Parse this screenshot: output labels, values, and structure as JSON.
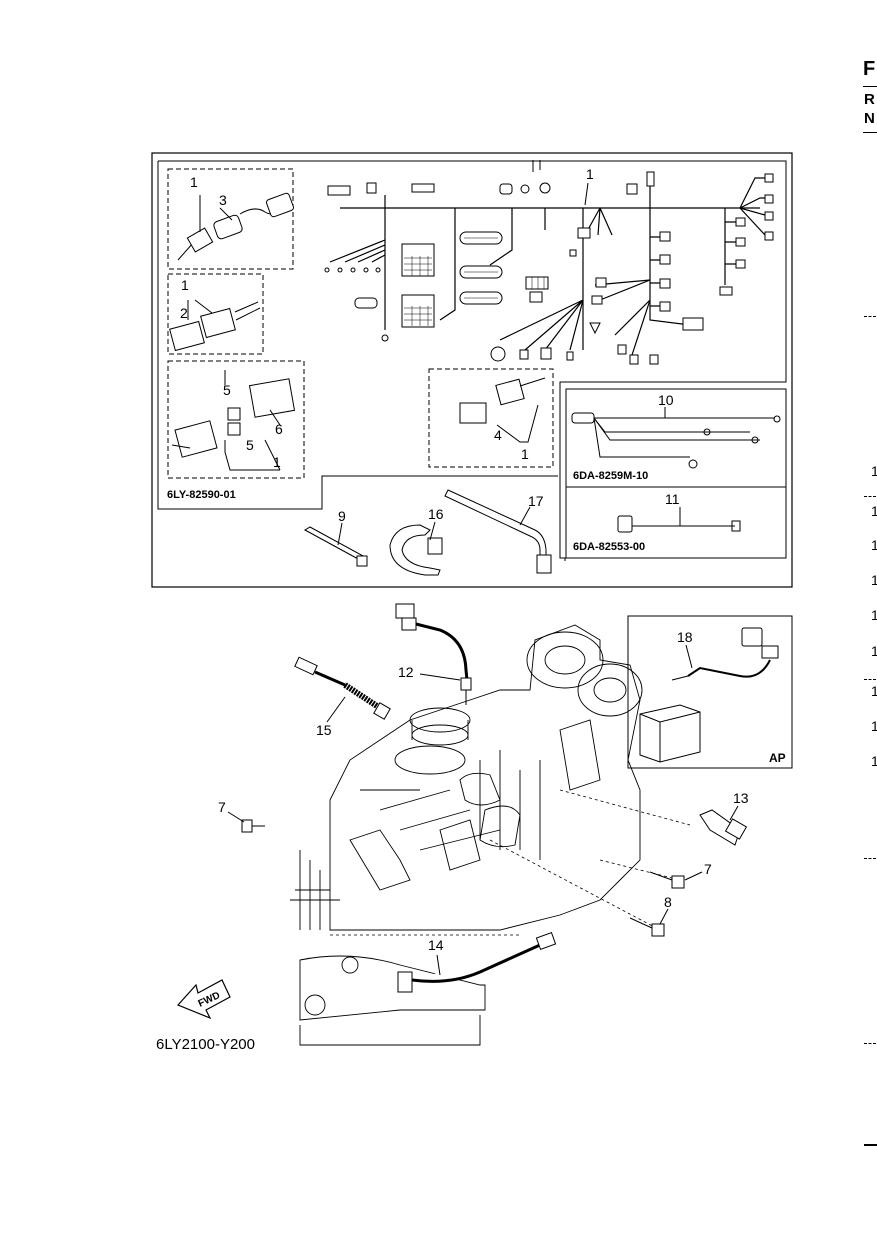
{
  "header": {
    "letter_f": "F",
    "letter_r": "R",
    "letter_n": "N"
  },
  "right_margin_numbers": [
    "1",
    "1",
    "1",
    "1",
    "1",
    "1",
    "1",
    "1",
    "1"
  ],
  "kit_box": {
    "callouts": {
      "c1_top": "1",
      "c1_a": "1",
      "c3": "3",
      "c1_b": "1",
      "c2": "2",
      "c5_a": "5",
      "c6": "6",
      "c5_b": "5",
      "c1_c": "1",
      "c4": "4",
      "c1_d": "1",
      "c9": "9",
      "c16": "16",
      "c17": "17",
      "c10": "10",
      "c11": "11"
    },
    "part_no_main": "6LY-82590-01",
    "part_no_10": "6DA-8259M-10",
    "part_no_11": "6DA-82553-00"
  },
  "engine": {
    "callouts": {
      "c12": "12",
      "c15": "15",
      "c7_left": "7",
      "c13": "13",
      "c7_right": "7",
      "c8": "8",
      "c14": "14"
    },
    "fwd_label": "FWD",
    "drawing_ref": "6LY2100-Y200"
  },
  "ap_box": {
    "c18": "18",
    "label": "AP"
  }
}
